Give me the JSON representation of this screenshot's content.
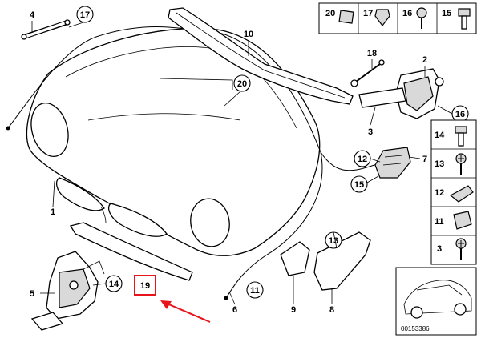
{
  "diagram": {
    "callouts": {
      "c1": "1",
      "c2": "2",
      "c3": "3",
      "c4": "4",
      "c5": "5",
      "c6": "6",
      "c7": "7",
      "c8": "8",
      "c9": "9",
      "c10": "10",
      "c11": "11",
      "c12": "12",
      "c13": "13",
      "c14": "14",
      "c15": "15",
      "c16": "16",
      "c17": "17",
      "c18": "18",
      "c19": "19",
      "c20": "20"
    },
    "legend_top": [
      "20",
      "17",
      "16",
      "15"
    ],
    "legend_side": [
      "14",
      "13",
      "12",
      "11",
      "3"
    ],
    "catalog_number": "00153386"
  },
  "colors": {
    "highlight": "#e8141b",
    "line": "#000000",
    "part_fill": "#d9d9d9"
  }
}
